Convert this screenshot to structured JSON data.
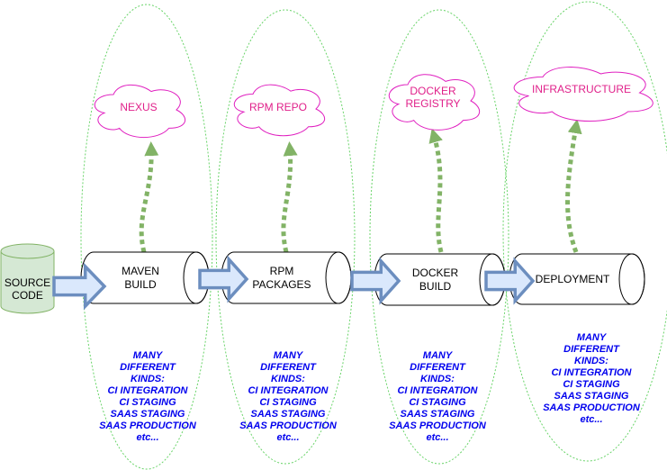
{
  "colors": {
    "zone_outline": "#6ad46a",
    "cloud_stroke": "#e020c0",
    "cloud_text": "#e0208a",
    "cloud_fill": "#ffffff",
    "dashed_arrow": "#82b366",
    "block_arrow_fill": "#dae8fc",
    "block_arrow_stroke": "#6c8ebf",
    "source_fill": "#d5e8d4",
    "source_stroke": "#82b366",
    "note_text": "#0000ee"
  },
  "source": {
    "icon": "database-cylinder-icon",
    "lines": [
      "SOURCE",
      "CODE"
    ]
  },
  "stages": [
    {
      "id": "maven",
      "process_lines": [
        "MAVEN",
        "BUILD"
      ],
      "cloud_lines": [
        "NEXUS"
      ],
      "notes": [
        "MANY",
        "DIFFERENT",
        "KINDS:",
        "CI INTEGRATION",
        "CI STAGING",
        "SAAS STAGING",
        "SAAS PRODUCTION",
        "etc..."
      ]
    },
    {
      "id": "rpm",
      "process_lines": [
        "RPM",
        "PACKAGES"
      ],
      "cloud_lines": [
        "RPM REPO"
      ],
      "notes": [
        "MANY",
        "DIFFERENT",
        "KINDS:",
        "CI INTEGRATION",
        "CI STAGING",
        "SAAS STAGING",
        "SAAS PRODUCTION",
        "etc..."
      ]
    },
    {
      "id": "docker",
      "process_lines": [
        "DOCKER",
        "BUILD"
      ],
      "cloud_lines": [
        "DOCKER",
        "REGISTRY"
      ],
      "notes": [
        "MANY",
        "DIFFERENT",
        "KINDS:",
        "CI INTEGRATION",
        "CI STAGING",
        "SAAS STAGING",
        "SAAS PRODUCTION",
        "etc..."
      ]
    },
    {
      "id": "deployment",
      "process_lines": [
        "DEPLOYMENT"
      ],
      "cloud_lines": [
        "INFRASTRUCTURE"
      ],
      "notes": [
        "MANY",
        "DIFFERENT",
        "KINDS:",
        "CI INTEGRATION",
        "CI STAGING",
        "SAAS STAGING",
        "SAAS PRODUCTION",
        "etc..."
      ]
    }
  ]
}
